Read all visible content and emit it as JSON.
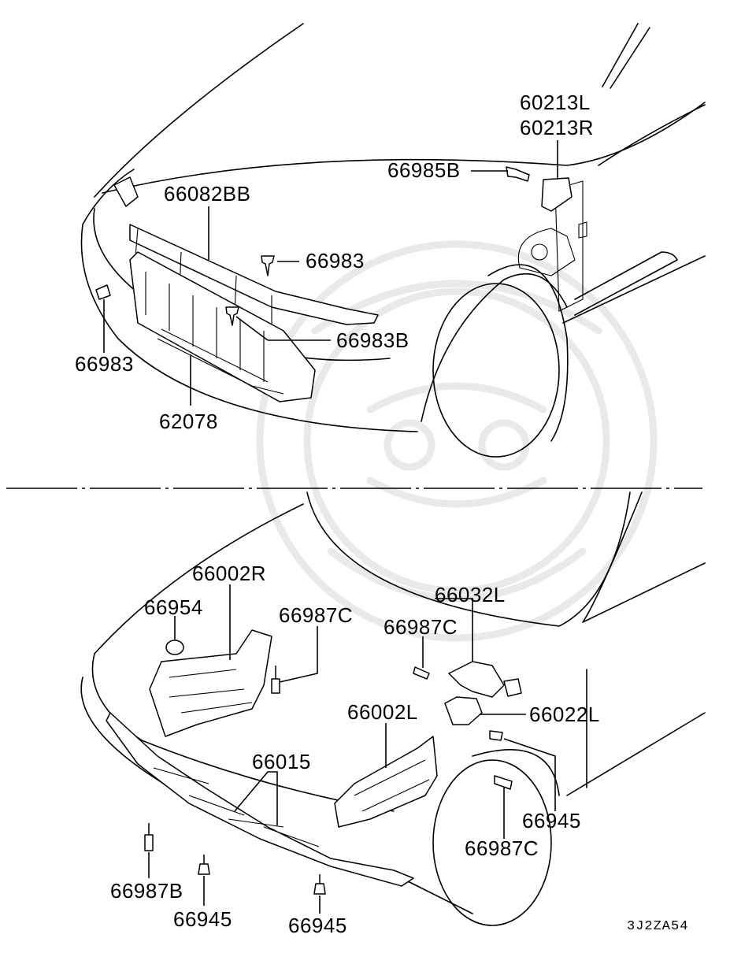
{
  "diagram_code": "3J2ZA54",
  "top_section": {
    "labels": {
      "p60213L": "60213L",
      "p60213R": "60213R",
      "p66985B": "66985B",
      "p66082BB": "66082BB",
      "p66983_upper": "66983",
      "p66983B": "66983B",
      "p66983_left": "66983",
      "p62078": "62078"
    }
  },
  "bottom_section": {
    "labels": {
      "p66002R": "66002R",
      "p66954": "66954",
      "p66987C_a": "66987C",
      "p66032L": "66032L",
      "p66987C_b": "66987C",
      "p66022L": "66022L",
      "p66002L": "66002L",
      "p66015": "66015",
      "p66945_right": "66945",
      "p66987C_c": "66987C",
      "p66987B": "66987B",
      "p66945_left": "66945",
      "p66945_center": "66945"
    }
  },
  "icons": [
    "clip-icon",
    "bolt-icon",
    "screw-icon",
    "bracket-icon"
  ]
}
